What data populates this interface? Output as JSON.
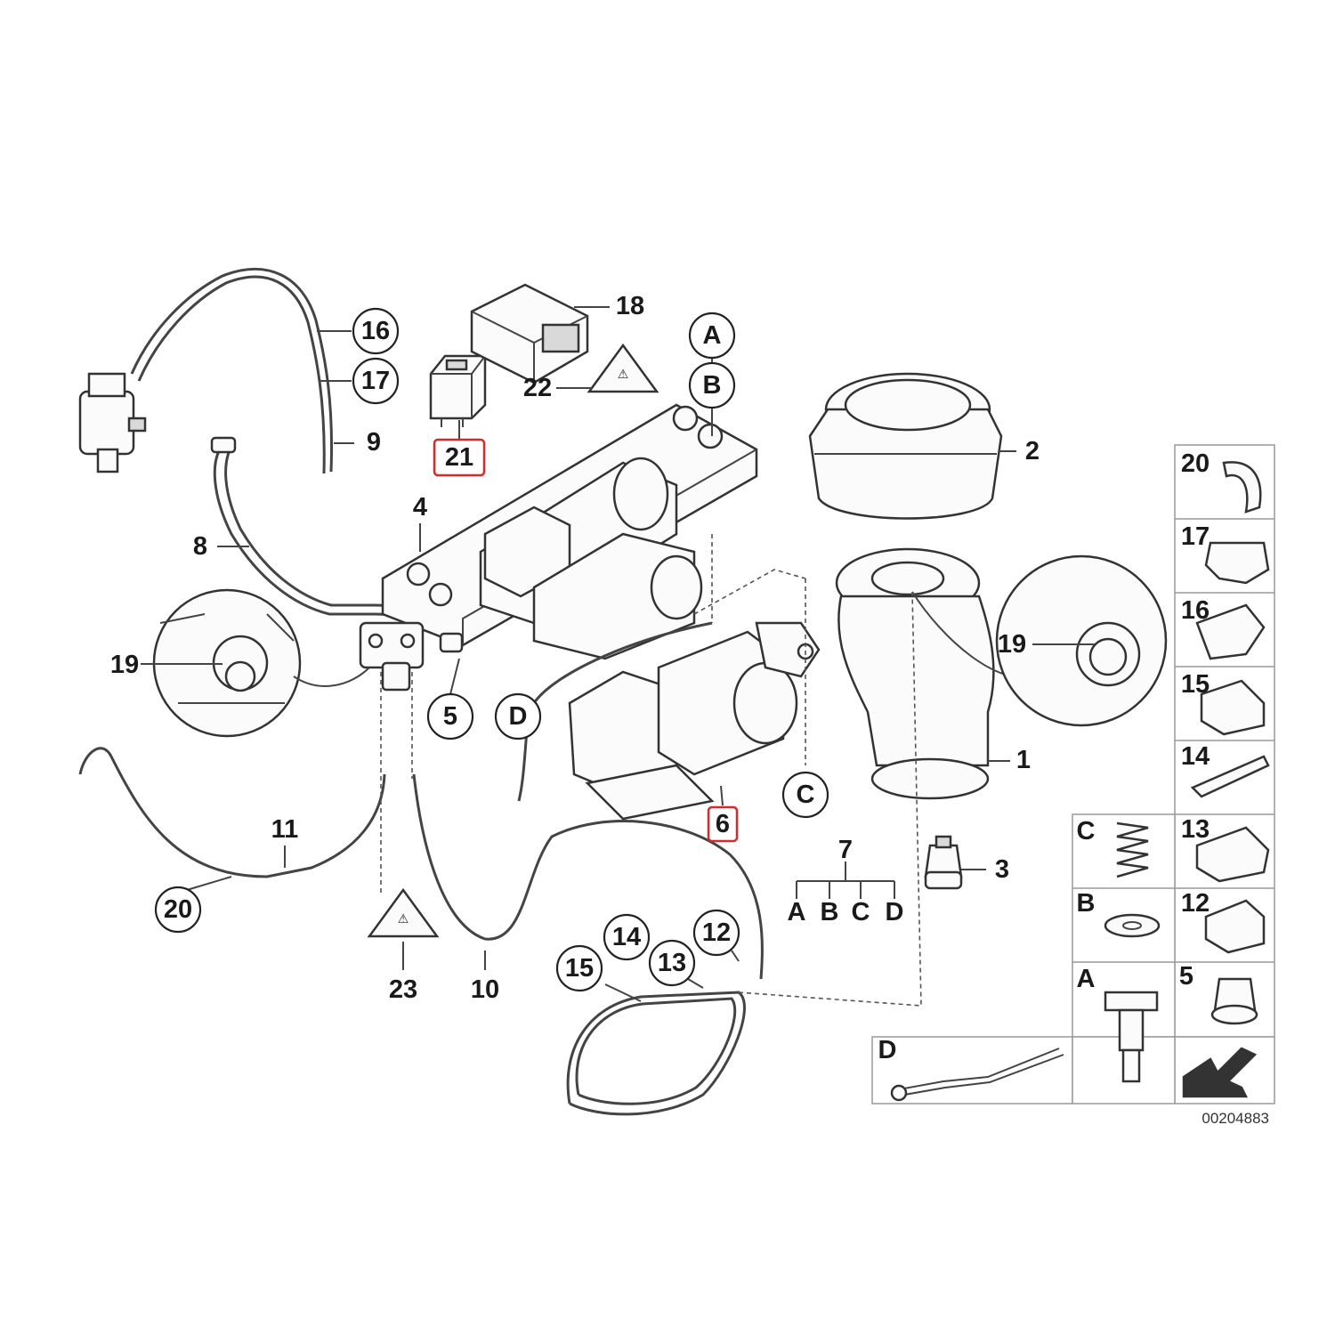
{
  "diagram": {
    "reference_code": "00204883",
    "highlighted_parts": [
      "21",
      "6"
    ],
    "callouts": {
      "c1": "1",
      "c2": "2",
      "c3": "3",
      "c4": "4",
      "c5": "5",
      "c6": "6",
      "c7": "7",
      "c8": "8",
      "c9": "9",
      "c10": "10",
      "c11": "11",
      "c12": "12",
      "c13": "13",
      "c14": "14",
      "c15": "15",
      "c16": "16",
      "c17": "17",
      "c18": "18",
      "c19a": "19",
      "c19b": "19",
      "c20": "20",
      "c21": "21",
      "c22": "22",
      "c23": "23",
      "cA": "A",
      "cB": "B",
      "cC": "C",
      "cD": "D"
    },
    "group7": {
      "label": "7",
      "items": [
        "A",
        "B",
        "C",
        "D"
      ]
    },
    "legend": {
      "right_column": [
        "20",
        "17",
        "16",
        "15",
        "14",
        "13",
        "12",
        "5"
      ],
      "mid_column": [
        "C",
        "B",
        "A"
      ],
      "bottom": "D"
    }
  }
}
